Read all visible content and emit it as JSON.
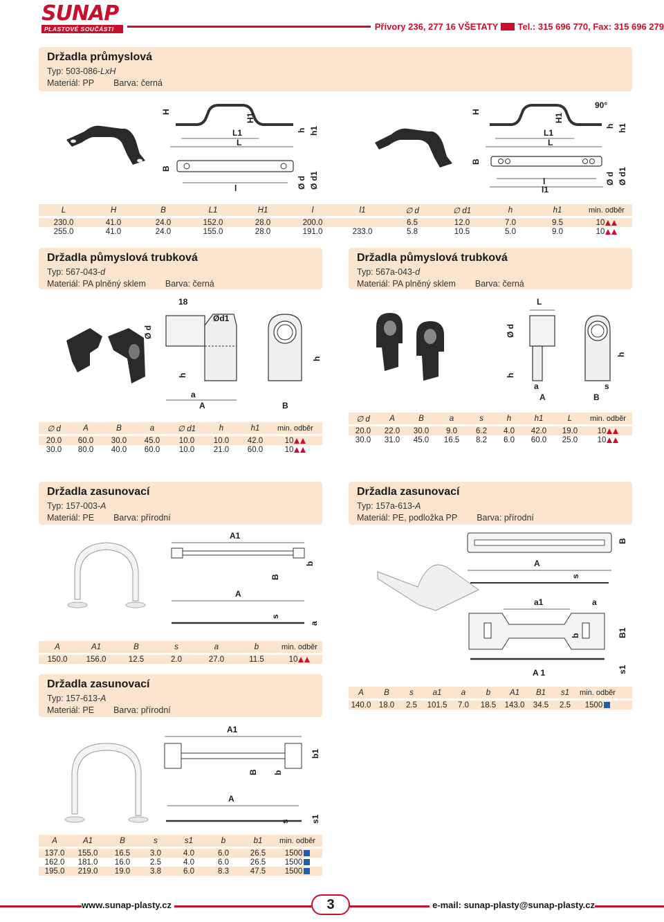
{
  "header": {
    "logo_text": "SUNAP",
    "logo_sub": "PLASTOVÉ SOUČÁSTI",
    "contact": "Přívory 236, 277 16 VŠETATY",
    "phone": "Tel.: 315 696 770, Fax: 315 696 279"
  },
  "s1": {
    "title": "Držadla průmyslová",
    "type_label": "Typ: 503-086-",
    "type_var": "LxH",
    "material": "Materiál: PP",
    "color": "Barva: černá",
    "dims": {
      "H": "H",
      "H1": "H1",
      "L1": "L1",
      "L": "L",
      "h": "h",
      "h1": "h1",
      "B": "B",
      "l": "l",
      "l1": "l1",
      "d": "Ø d",
      "d1": "Ø d1",
      "angle": "90°"
    },
    "headers": [
      "L",
      "H",
      "B",
      "L1",
      "H1",
      "l",
      "l1",
      "∅ d",
      "∅ d1",
      "h",
      "h1",
      "min. odběr"
    ],
    "rows": [
      [
        "230.0",
        "41.0",
        "24.0",
        "152.0",
        "28.0",
        "200.0",
        "",
        "6.5",
        "12.0",
        "7.0",
        "9.5",
        "10"
      ],
      [
        "255.0",
        "41.0",
        "24.0",
        "155.0",
        "28.0",
        "191.0",
        "233.0",
        "5.8",
        "10.5",
        "5.0",
        "9.0",
        "10"
      ]
    ]
  },
  "s2": {
    "title": "Držadla půmyslová trubková",
    "type_label": "Typ: 567-043-",
    "type_var": "d",
    "material": "Materiál: PA plněný sklem",
    "color": "Barva: černá",
    "dims": {
      "d": "Ø d",
      "d1": "Ød1",
      "n18": "18",
      "h": "h",
      "a": "a",
      "A": "A",
      "B": "B"
    },
    "headers": [
      "∅ d",
      "A",
      "B",
      "a",
      "∅ d1",
      "h",
      "h1",
      "min. odběr"
    ],
    "rows": [
      [
        "20.0",
        "60.0",
        "30.0",
        "45.0",
        "10.0",
        "10.0",
        "42.0",
        "10"
      ],
      [
        "30.0",
        "80.0",
        "40.0",
        "60.0",
        "10.0",
        "21.0",
        "60.0",
        "10"
      ]
    ]
  },
  "s3": {
    "title": "Držadla půmyslová trubková",
    "type_label": "Typ: 567a-043-",
    "type_var": "d",
    "material": "Materiál: PA plněný sklem",
    "color": "Barva: černá",
    "dims": {
      "L": "L",
      "d": "Ø d",
      "h": "h",
      "a": "a",
      "s": "s",
      "A": "A",
      "B": "B"
    },
    "headers": [
      "∅ d",
      "A",
      "B",
      "a",
      "s",
      "h",
      "h1",
      "L",
      "min. odběr"
    ],
    "rows": [
      [
        "20.0",
        "22.0",
        "30.0",
        "9.0",
        "6.2",
        "4.0",
        "42.0",
        "19.0",
        "10"
      ],
      [
        "30.0",
        "31.0",
        "45.0",
        "16.5",
        "8.2",
        "6.0",
        "60.0",
        "25.0",
        "10"
      ]
    ]
  },
  "s4": {
    "title": "Držadla zasunovací",
    "type_label": "Typ: 157-003-",
    "type_var": "A",
    "material": "Materiál: PE",
    "color": "Barva: přírodní",
    "dims": {
      "A1": "A1",
      "A": "A",
      "B": "B",
      "b": "b",
      "s": "s",
      "a": "a"
    },
    "headers": [
      "A",
      "A1",
      "B",
      "s",
      "a",
      "b",
      "min. odběr"
    ],
    "rows": [
      [
        "150.0",
        "156.0",
        "12.5",
        "2.0",
        "27.0",
        "11.5",
        "10"
      ]
    ]
  },
  "s5": {
    "title": "Držadla zasunovací",
    "type_label": "Typ: 157a-613-",
    "type_var": "A",
    "material": "Materiál: PE, podložka PP",
    "color": "Barva: přírodní",
    "dims": {
      "B": "B",
      "A": "A",
      "s": "s",
      "a1": "a1",
      "a": "a",
      "b": "b",
      "B1": "B1",
      "A1": "A 1",
      "s1": "s1"
    },
    "headers": [
      "A",
      "B",
      "s",
      "a1",
      "a",
      "b",
      "A1",
      "B1",
      "s1",
      "min. odběr"
    ],
    "rows": [
      [
        "140.0",
        "18.0",
        "2.5",
        "101.5",
        "7.0",
        "18.5",
        "143.0",
        "34.5",
        "2.5",
        "1500"
      ]
    ]
  },
  "s6": {
    "title": "Držadla zasunovací",
    "type_label": "Typ: 157-613-",
    "type_var": "A",
    "material": "Materiál: PE",
    "color": "Barva: přírodní",
    "dims": {
      "A1": "A1",
      "b1": "b1",
      "B": "B",
      "b": "b",
      "A": "A",
      "s": "s",
      "s1": "s1"
    },
    "headers": [
      "A",
      "A1",
      "B",
      "s",
      "s1",
      "b",
      "b1",
      "min. odběr"
    ],
    "rows": [
      [
        "137.0",
        "155.0",
        "16.5",
        "3.0",
        "4.0",
        "6.0",
        "26.5",
        "1500"
      ],
      [
        "162.0",
        "181.0",
        "16.0",
        "2.5",
        "4.0",
        "6.0",
        "26.5",
        "1500"
      ],
      [
        "195.0",
        "219.0",
        "19.0",
        "3.8",
        "6.0",
        "8.3",
        "47.5",
        "1500"
      ]
    ]
  },
  "footer": {
    "web": "www.sunap-plasty.cz",
    "page": "3",
    "email": "e-mail: sunap-plasty@sunap-plasty.cz"
  },
  "colors": {
    "accent": "#c8102e",
    "panel": "#fbe5cf",
    "blue_marker": "#1f5fae"
  }
}
